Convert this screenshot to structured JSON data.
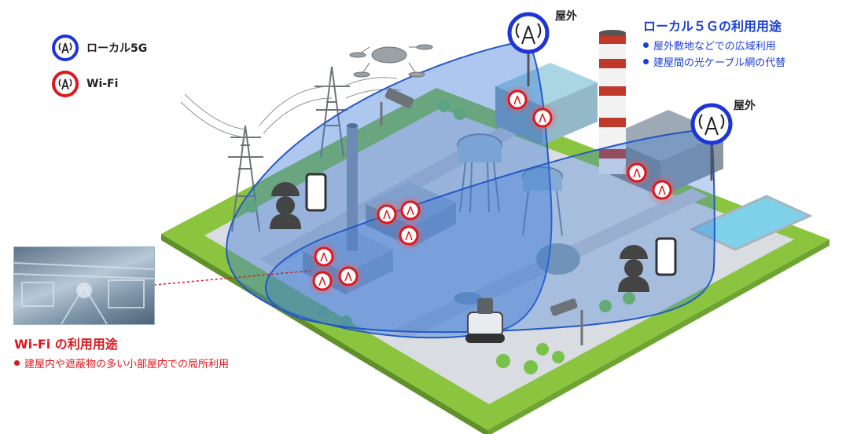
{
  "legend": {
    "items": [
      {
        "label": "ローカル5G",
        "icon": "antenna-icon",
        "ring_color": "#1e35d6"
      },
      {
        "label": "Wi-Fi",
        "icon": "antenna-icon",
        "ring_color": "#e0161b"
      }
    ]
  },
  "local5g": {
    "heading": "ローカル５Ｇの利用用途",
    "bullets": [
      "屋外敷地などでの広域利用",
      "建屋間の光ケーブル網の代替"
    ],
    "color": "#1a3fd6"
  },
  "wifi": {
    "heading": "Wi-Fi の利用用途",
    "bullets": [
      "建屋内や遮蔽物の多い小部屋内での局所利用"
    ],
    "color": "#e0161b"
  },
  "base_stations": [
    {
      "label": "屋外"
    },
    {
      "label": "屋外"
    }
  ],
  "icons": [
    "worker-helmet-icon",
    "smartphone-icon",
    "drone-icon",
    "security-camera-icon",
    "robot-icon",
    "power-tower-icon",
    "chimney-icon",
    "water-tower-icon"
  ]
}
